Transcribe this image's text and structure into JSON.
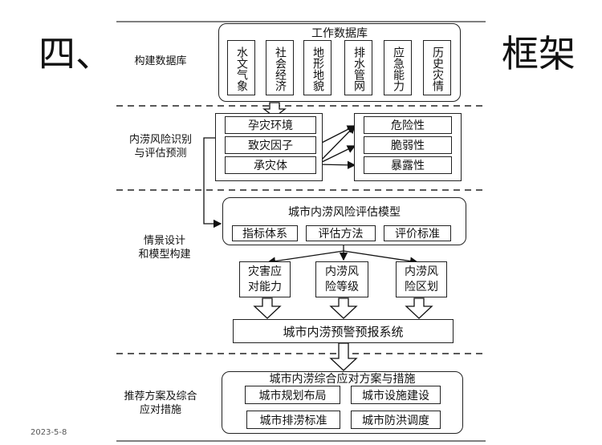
{
  "slide": {
    "heading_left": "四、",
    "heading_right": "框架",
    "date": "2023-5-8"
  },
  "rows": {
    "database": "构建数据库",
    "risk": "内涝风险识别\n与评估预测",
    "scenario": "情景设计\n和模型构建",
    "plan": "推荐方案及综合\n应对措施"
  },
  "database": {
    "title": "工作数据库",
    "items": [
      "水文气象",
      "社会经济",
      "地形地貌",
      "排水管网",
      "应急能力",
      "历史灾情"
    ]
  },
  "factors": {
    "items": [
      "孕灾环境",
      "致灾因子",
      "承灾体"
    ]
  },
  "properties": {
    "items": [
      "危险性",
      "脆弱性",
      "暴露性"
    ]
  },
  "model": {
    "title": "城市内涝风险评估模型",
    "items": [
      "指标体系",
      "评估方法",
      "评价标准"
    ]
  },
  "outputs": {
    "items": [
      "灾害应\n对能力",
      "内涝风\n险等级",
      "内涝风\n险区划"
    ]
  },
  "warning": {
    "label": "城市内涝预警预报系统"
  },
  "measures": {
    "title": "城市内涝综合应对方案与措施",
    "items": [
      "城市规划布局",
      "城市设施建设",
      "城市排涝标准",
      "城市防洪调度"
    ]
  }
}
